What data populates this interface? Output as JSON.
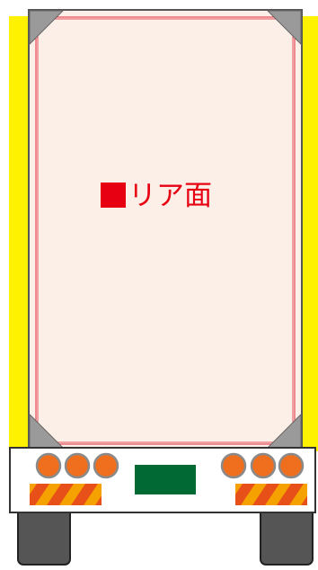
{
  "rear_panel": {
    "label_marker": "■",
    "label": "リア面"
  },
  "colors": {
    "side_stripe": "#fff200",
    "panel_fill": "#fcefe8",
    "panel_border": "#e0283a",
    "label": "#e60012",
    "corner_fitting": "#9a9a9a",
    "bumper_fill": "#ffffff",
    "tail_lamp": "#ef6f1e",
    "reflector_stripe": "#f5a100",
    "reflector_hatch": "#e8501a",
    "plate": "#006934",
    "tire": "#555555"
  },
  "icons": {
    "tail_lamps": "circle",
    "reflectors": "hatched-rectangle",
    "license_plate": "rectangle"
  }
}
